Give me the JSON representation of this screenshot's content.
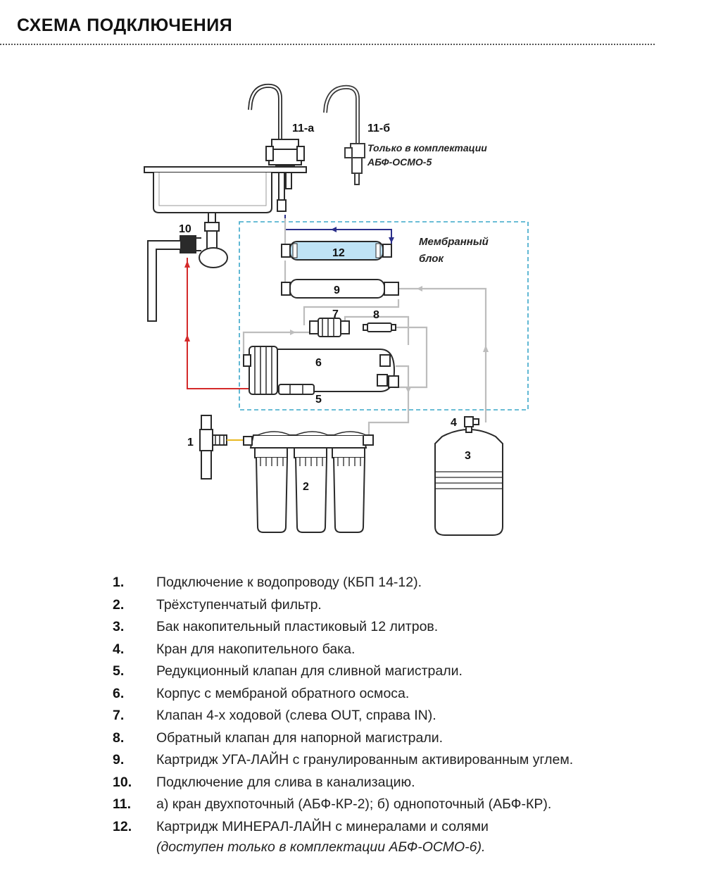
{
  "header": {
    "title": "СХЕМА ПОДКЛЮЧЕНИЯ"
  },
  "diagram": {
    "labels": {
      "tap_a": "11-а",
      "tap_b": "11-б",
      "tap_b_note_line1": "Только в комплектации",
      "tap_b_note_line2": "АБФ-ОСМО-5",
      "membrane_block_line1": "Мембранный",
      "membrane_block_line2": "блок",
      "n1": "1",
      "n2": "2",
      "n3": "3",
      "n4": "4",
      "n5": "5",
      "n6": "6",
      "n7": "7",
      "n8": "8",
      "n9": "9",
      "n10": "10",
      "n12": "12"
    },
    "colors": {
      "drain_line": "#d42a2a",
      "purified_line": "#2b2f8a",
      "water_line": "#bdbdbd",
      "inlet_arrow": "#e8b820",
      "membrane_frame": "#3aa7c9",
      "mineral_cartridge": "#bfe3f5"
    }
  },
  "legend": [
    {
      "num": "1.",
      "text": "Подключение к водопроводу (КБП 14-12)."
    },
    {
      "num": "2.",
      "text": "Трёхступенчатый фильтр."
    },
    {
      "num": "3.",
      "text": "Бак накопительный пластиковый 12 литров."
    },
    {
      "num": "4.",
      "text": "Кран для накопительного бака."
    },
    {
      "num": "5.",
      "text": "Редукционный клапан для сливной магистрали."
    },
    {
      "num": "6.",
      "text": "Корпус с мембраной обратного осмоса."
    },
    {
      "num": "7.",
      "text": "Клапан 4-х ходовой (слева OUT, справа IN)."
    },
    {
      "num": "8.",
      "text": "Обратный клапан для напорной магистрали."
    },
    {
      "num": "9.",
      "text": "Картридж УГА-ЛАЙН с гранулированным активированным углем."
    },
    {
      "num": "10.",
      "text": "Подключение для слива в канализацию."
    },
    {
      "num": "11.",
      "text": "а) кран двухпоточный (АБФ-КР-2); б) однопоточный (АБФ-КР)."
    },
    {
      "num": "12.",
      "text": "Картридж МИНЕРАЛ-ЛАЙН с минералами и солями",
      "note": "(доступен только в комплектации АБФ-ОСМО-6)."
    }
  ]
}
